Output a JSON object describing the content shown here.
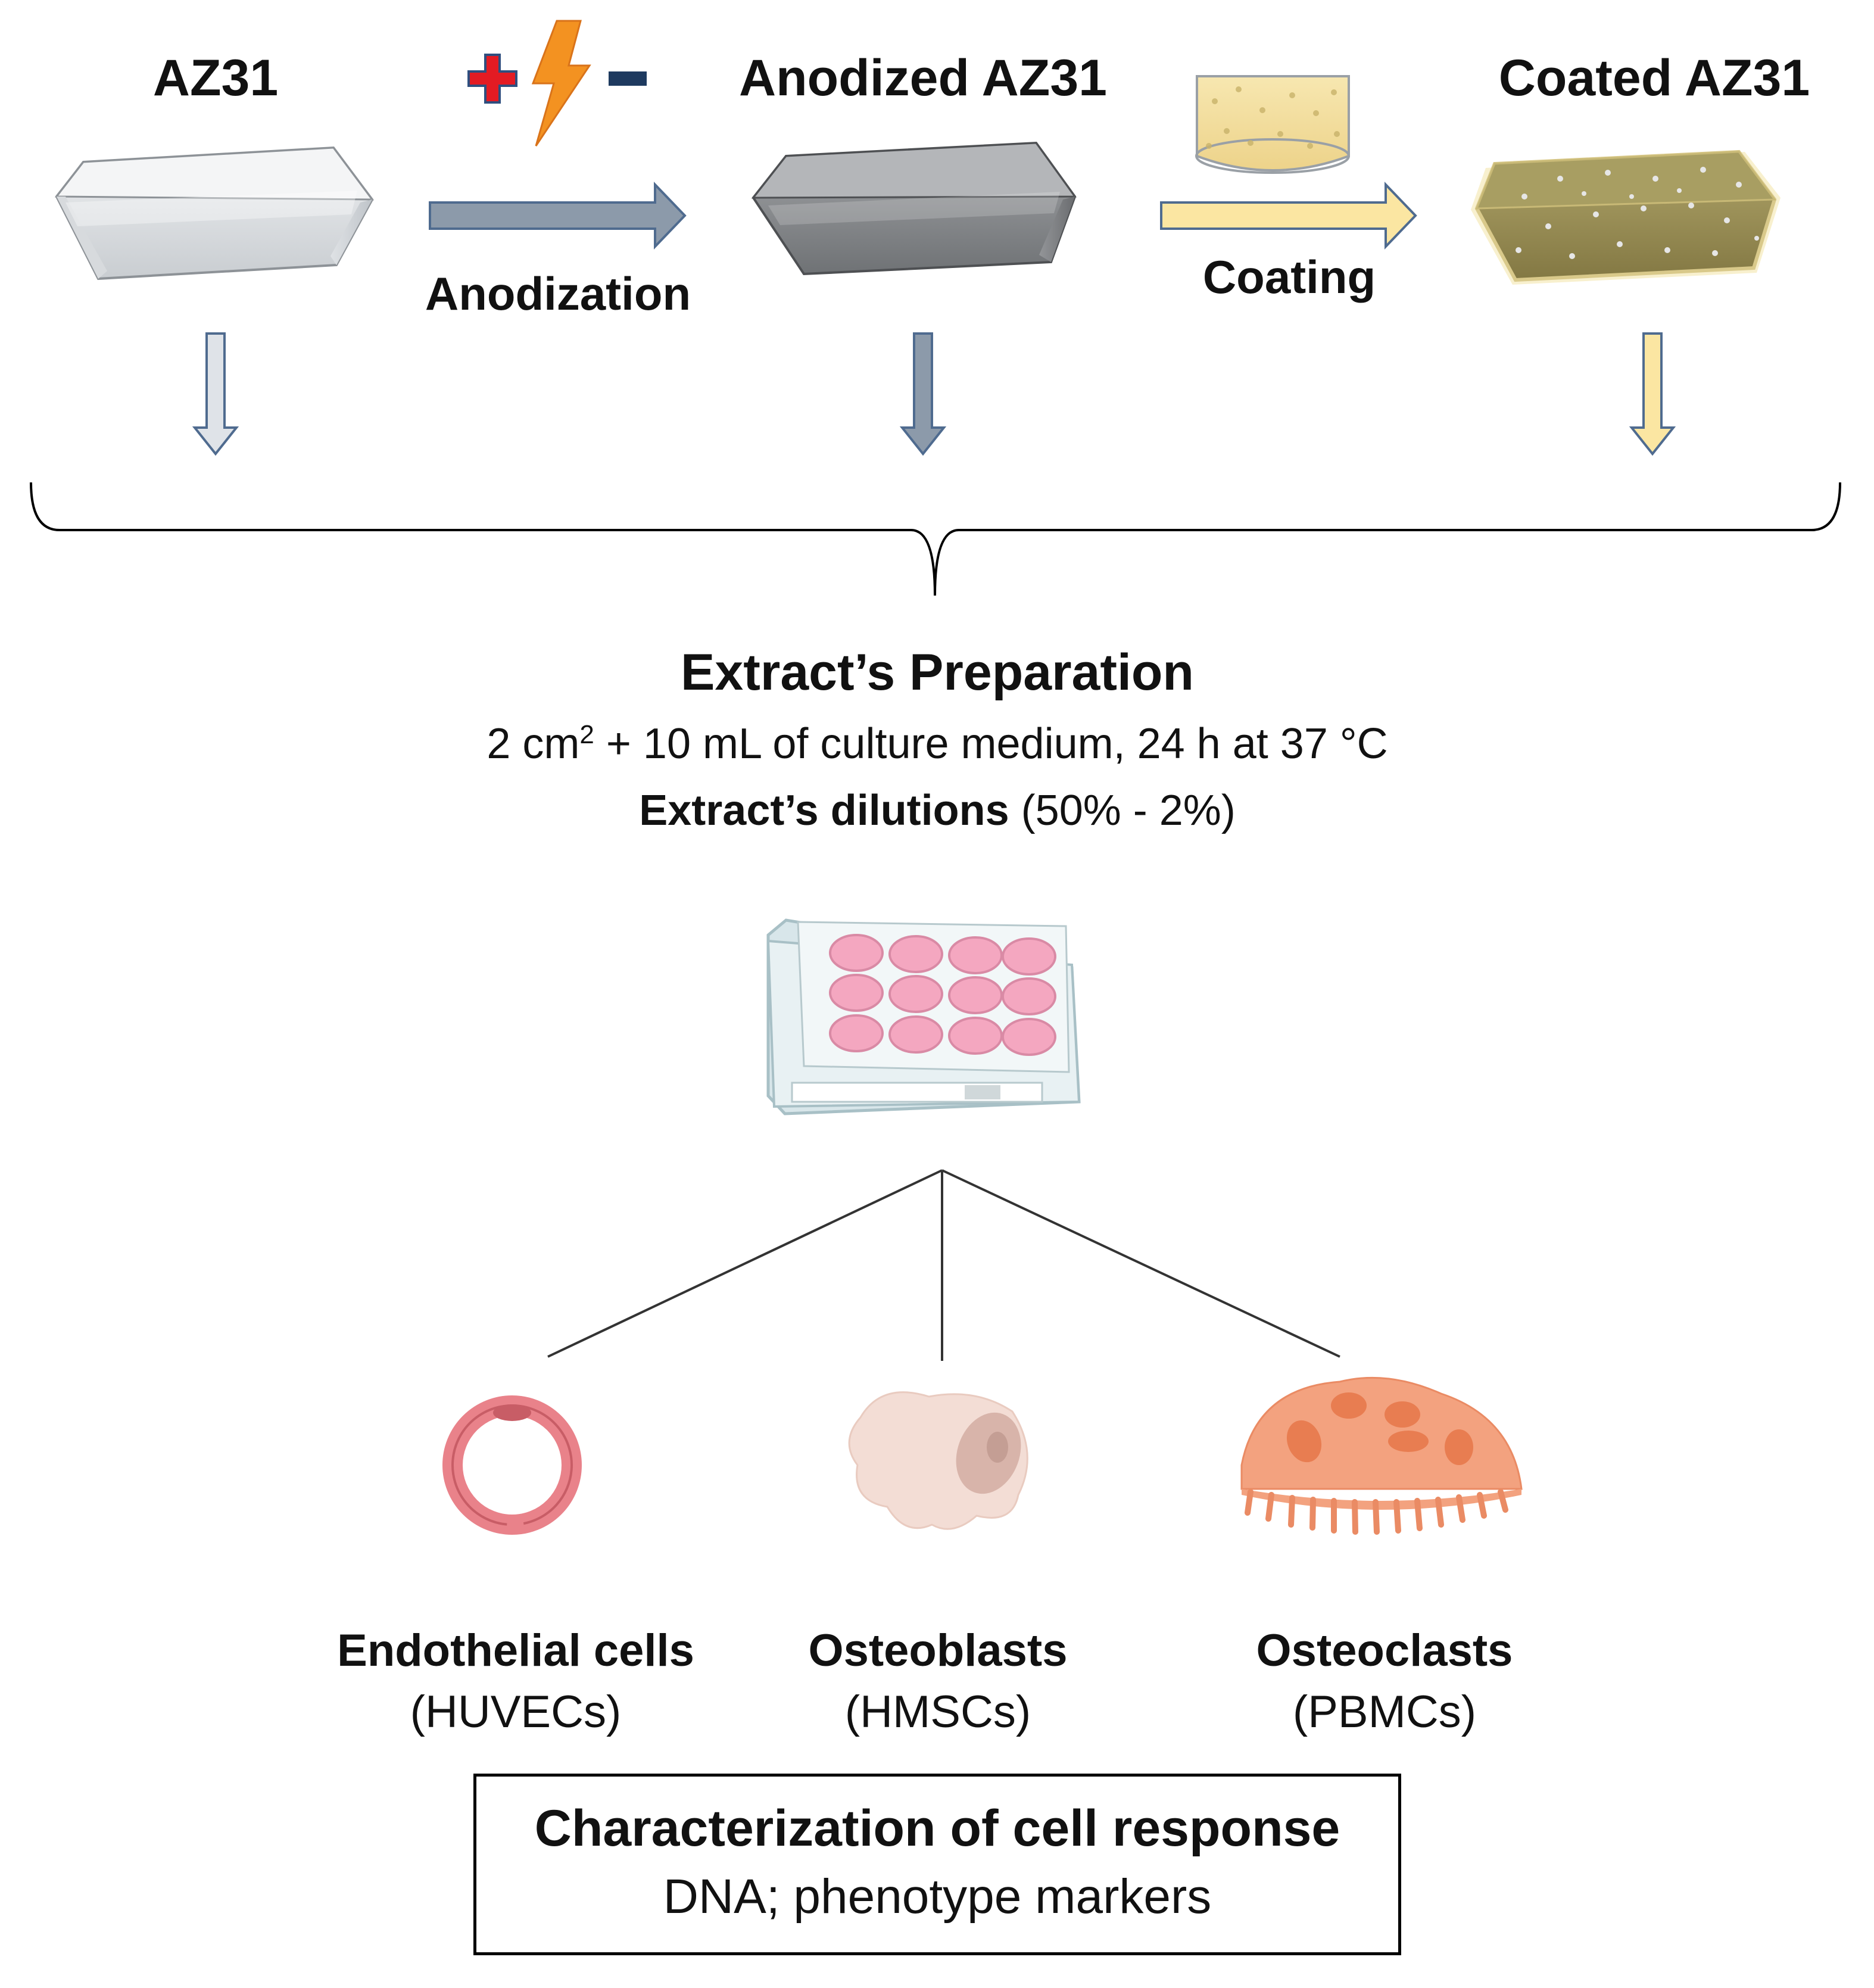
{
  "samples": {
    "az31": "AZ31",
    "anodized": "Anodized AZ31",
    "coated": "Coated AZ31"
  },
  "steps": {
    "anodization": "Anodization",
    "coating": "Coating"
  },
  "extract": {
    "title": "Extract’s Preparation",
    "condition_prefix": "2 cm",
    "condition_sup": "2",
    "condition_suffix": " + 10 mL of culture medium, 24 h at 37 °C",
    "dilutions_bold": "Extract’s dilutions",
    "dilutions_range": " (50% - 2%)"
  },
  "cells": [
    {
      "name": "Endothelial cells",
      "source": "(HUVECs)"
    },
    {
      "name": "Osteoblasts",
      "source": "(HMSCs)"
    },
    {
      "name": "Osteoclasts",
      "source": "(PBMCs)"
    }
  ],
  "result": {
    "title": "Characterization  of cell response",
    "detail": "DNA; phenotype  markers"
  },
  "colors": {
    "grey_arrow": "#8c9aaa",
    "yellow_arrow": "#fbe6a2",
    "blue_outline": "#4f6b8f",
    "plus_red": "#e31b23",
    "bolt_orange": "#f39221",
    "well_pink": "#f4a7c0",
    "endothelial_red": "#e9828a",
    "osteoblast_beige": "#f3ddd5",
    "osteoclast_orange": "#f3a27f"
  }
}
